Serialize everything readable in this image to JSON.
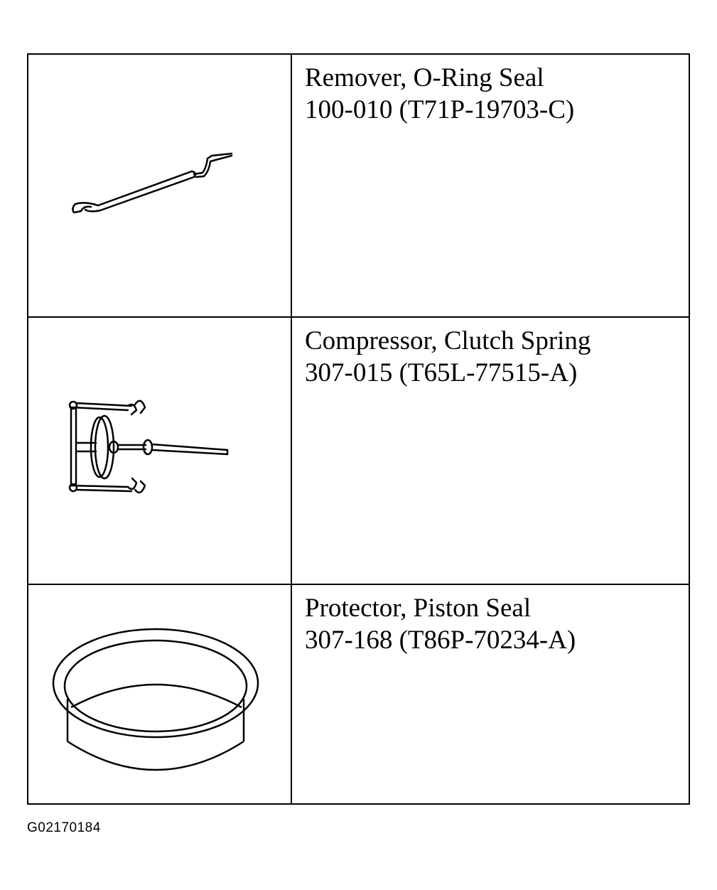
{
  "tools": [
    {
      "name": "Remover, O-Ring Seal",
      "part_number": "100-010 (T71P-19703-C)",
      "icon": "o-ring-remover-icon"
    },
    {
      "name": "Compressor, Clutch Spring",
      "part_number": "307-015 (T65L-77515-A)",
      "icon": "clutch-spring-compressor-icon"
    },
    {
      "name": "Protector, Piston Seal",
      "part_number": "307-168 (T86P-70234-A)",
      "icon": "piston-seal-protector-icon"
    }
  ],
  "figure_id": "G02170184"
}
